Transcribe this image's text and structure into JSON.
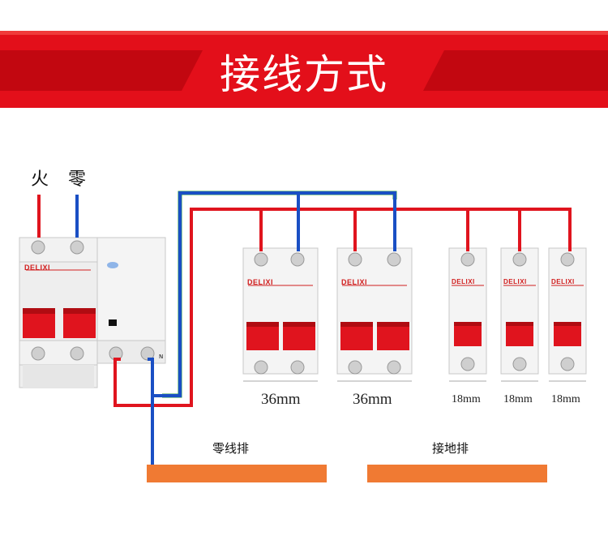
{
  "banner": {
    "title": "接线方式"
  },
  "labels": {
    "live": "火",
    "neutral": "零"
  },
  "brand": "DELIXI",
  "breakers": [
    {
      "width_label": "36mm"
    },
    {
      "width_label": "36mm"
    },
    {
      "width_label": "18mm"
    },
    {
      "width_label": "18mm"
    },
    {
      "width_label": "18mm"
    }
  ],
  "busbars": {
    "neutral": "零线排",
    "ground": "接地排"
  },
  "rcd_terminal": "N",
  "colors": {
    "live": "#e0141e",
    "neutral": "#1a4fc4",
    "ground_wire": "#2e9e3a",
    "busbar": "#f07a33",
    "banner": "#e30f1a"
  }
}
